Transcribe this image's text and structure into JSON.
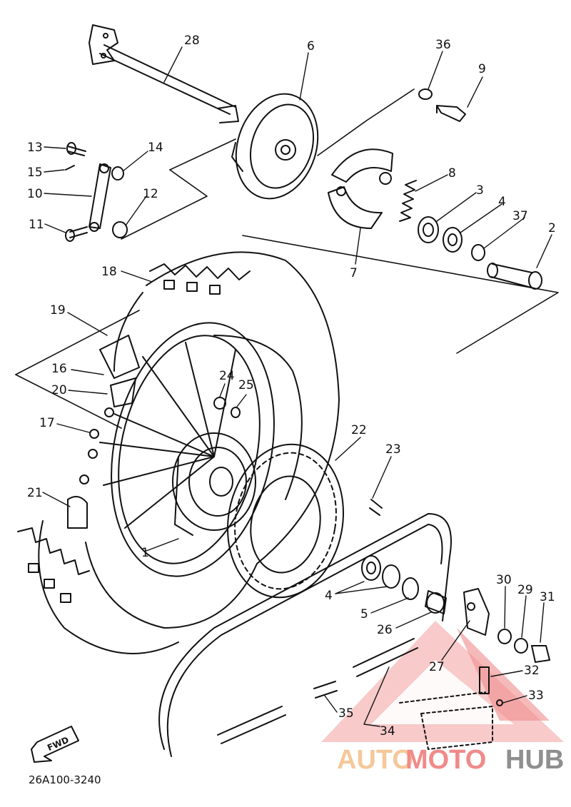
{
  "diagram": {
    "code": "26A100-3240",
    "fwd": "FWD",
    "labels": {
      "n28": "28",
      "n6": "6",
      "n36": "36",
      "n9": "9",
      "n13": "13",
      "n14": "14",
      "n15": "15",
      "n10": "10",
      "n12": "12",
      "n11": "11",
      "n8": "8",
      "n3": "3",
      "n4a": "4",
      "n37": "37",
      "n2": "2",
      "n7": "7",
      "n18": "18",
      "n19": "19",
      "n16": "16",
      "n20": "20",
      "n24": "24",
      "n25": "25",
      "n17": "17",
      "n22": "22",
      "n23": "23",
      "n21": "21",
      "n1": "1",
      "n4b": "4",
      "n5": "5",
      "n26": "26",
      "n30": "30",
      "n29": "29",
      "n31": "31",
      "n27": "27",
      "n32": "32",
      "n33": "33",
      "n35": "35",
      "n34": "34"
    }
  },
  "watermark": {
    "part1": "AUTO",
    "part2": "MOTO",
    "part3": "HUB"
  },
  "colors": {
    "line": "#111111",
    "wm_orange": "#f5c89a",
    "wm_red": "#f08a8a",
    "wm_gray": "#8f8f8f"
  }
}
